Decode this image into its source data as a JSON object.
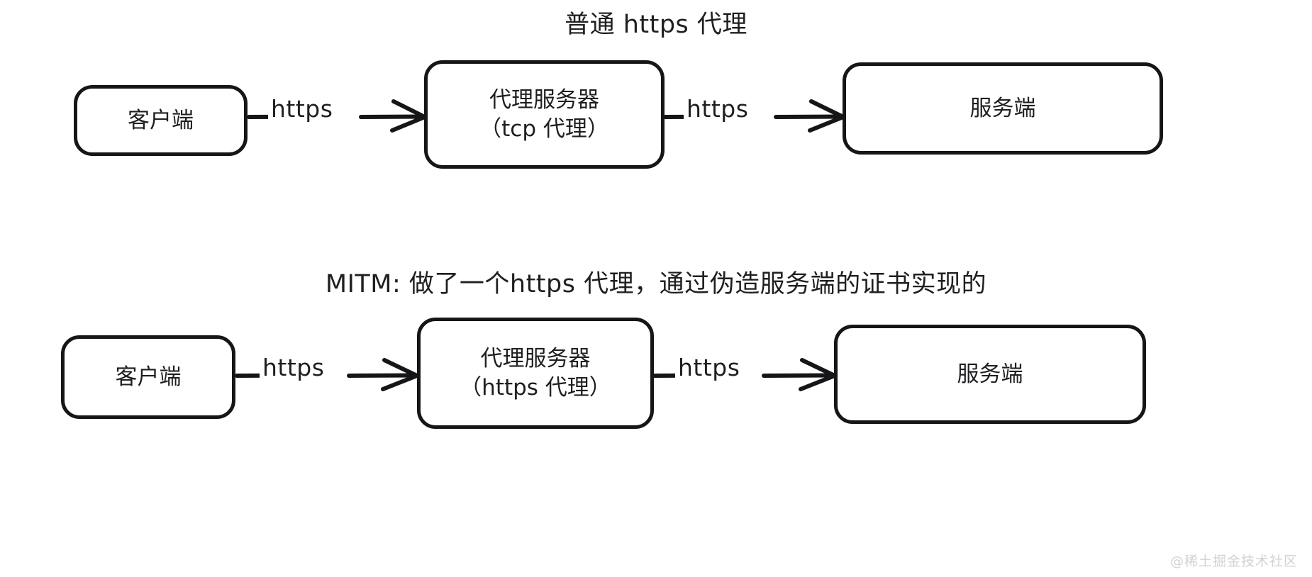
{
  "diagram": {
    "background_color": "#ffffff",
    "stroke_color": "#161618",
    "text_color": "#1f1f22",
    "watermark": "@稀土掘金技术社区"
  },
  "sections": [
    {
      "id": "normal-https-proxy",
      "title": "普通 https 代理",
      "nodes": [
        {
          "id": "client",
          "label": "客户端",
          "sublabel": ""
        },
        {
          "id": "proxy",
          "label": "代理服务器",
          "sublabel": "（tcp 代理）"
        },
        {
          "id": "server",
          "label": "服务端",
          "sublabel": ""
        }
      ],
      "edges": [
        {
          "id": "client-to-proxy",
          "label": "https",
          "from": "client",
          "to": "proxy",
          "arrow": "right"
        },
        {
          "id": "proxy-to-server",
          "label": "https",
          "from": "proxy",
          "to": "server",
          "arrow": "right"
        }
      ]
    },
    {
      "id": "mitm-https-proxy",
      "title": "MITM: 做了一个https 代理，通过伪造服务端的证书实现的",
      "nodes": [
        {
          "id": "client",
          "label": "客户端",
          "sublabel": ""
        },
        {
          "id": "proxy",
          "label": "代理服务器",
          "sublabel": "（https 代理）"
        },
        {
          "id": "server",
          "label": "服务端",
          "sublabel": ""
        }
      ],
      "edges": [
        {
          "id": "client-to-proxy",
          "label": "https",
          "from": "client",
          "to": "proxy",
          "arrow": "right"
        },
        {
          "id": "proxy-to-server",
          "label": "https",
          "from": "proxy",
          "to": "server",
          "arrow": "right"
        }
      ]
    }
  ]
}
